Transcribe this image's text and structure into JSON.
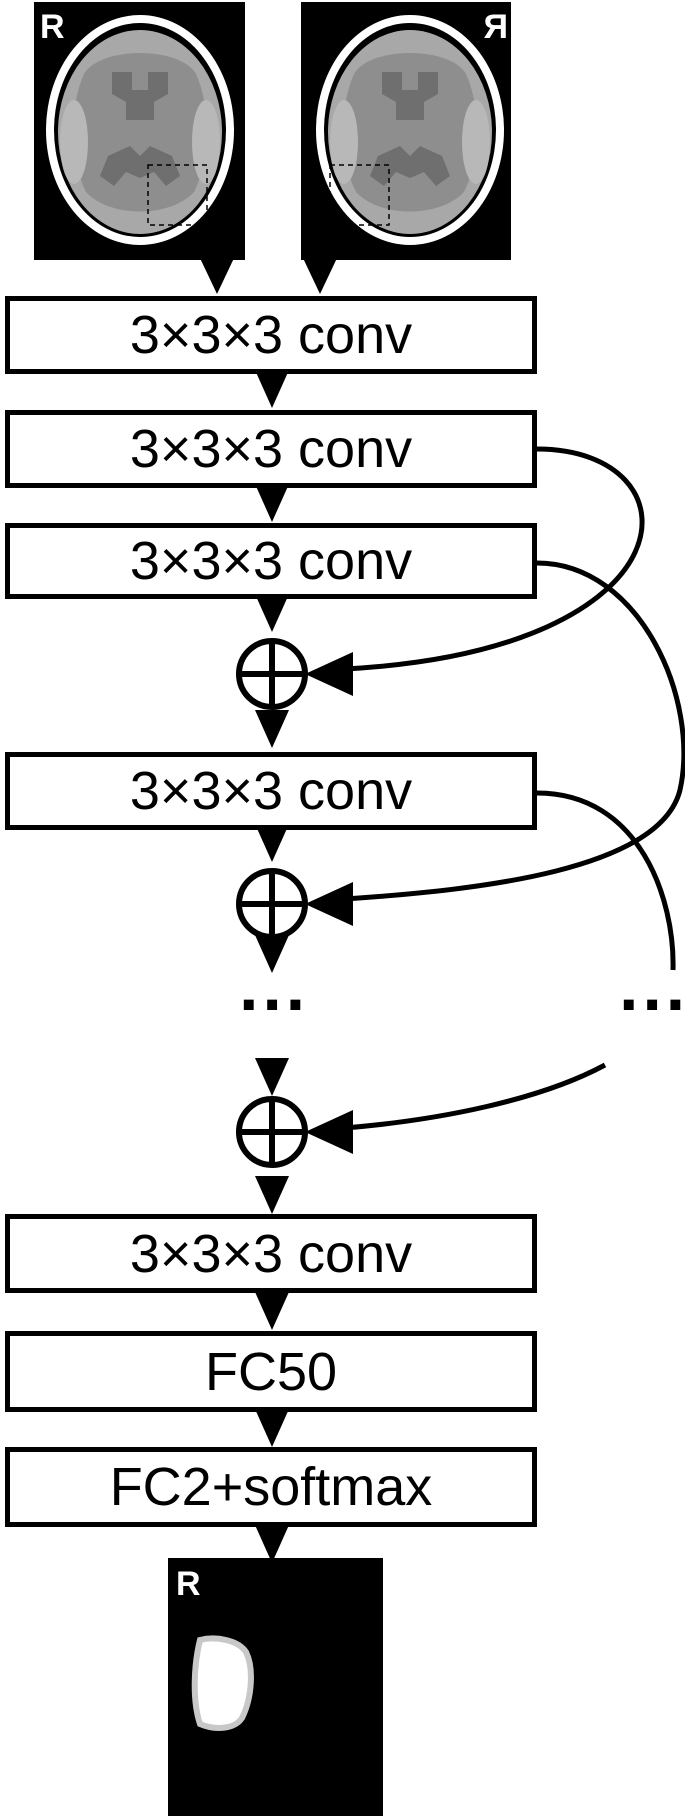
{
  "input_scans": {
    "left_marker": "R",
    "right_marker": "R"
  },
  "layers": [
    {
      "label": "3×3×3 conv"
    },
    {
      "label": "3×3×3 conv"
    },
    {
      "label": "3×3×3 conv"
    },
    {
      "label": "3×3×3 conv"
    },
    {
      "label": "3×3×3 conv"
    },
    {
      "label": "FC50"
    },
    {
      "label": "FC2+softmax"
    }
  ],
  "continuation": {
    "main": "···",
    "skip": "···"
  },
  "output_map": {
    "marker": "R"
  }
}
